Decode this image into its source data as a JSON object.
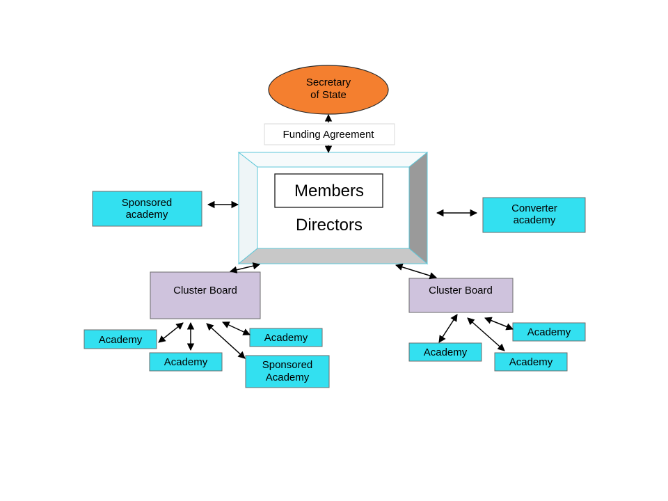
{
  "diagram": {
    "secretary": {
      "line1": "Secretary",
      "line2": "of State"
    },
    "funding": "Funding Agreement",
    "trust": {
      "members": "Members",
      "directors": "Directors"
    },
    "sponsored_left": {
      "line1": "Sponsored",
      "line2": "academy"
    },
    "converter": {
      "line1": "Converter",
      "line2": "academy"
    },
    "cluster_left": {
      "label": "Cluster Board"
    },
    "cluster_right": {
      "label": "Cluster Board"
    },
    "left_academies": {
      "a1": "Academy",
      "a2": "Academy",
      "a3": "Academy",
      "sponsored": {
        "line1": "Sponsored",
        "line2": "Academy"
      }
    },
    "right_academies": {
      "a1": "Academy",
      "a2": "Academy",
      "a3": "Academy"
    },
    "colors": {
      "secretary": "#f47f2f",
      "academy": "#33e0f0",
      "cluster": "#cfc3dd",
      "frame_light": "#f2f7f9",
      "frame_edge": "#5ec7d8",
      "frame_shadow_right": "#9a9a9a",
      "frame_shadow_bottom": "#c8c8c8"
    }
  }
}
